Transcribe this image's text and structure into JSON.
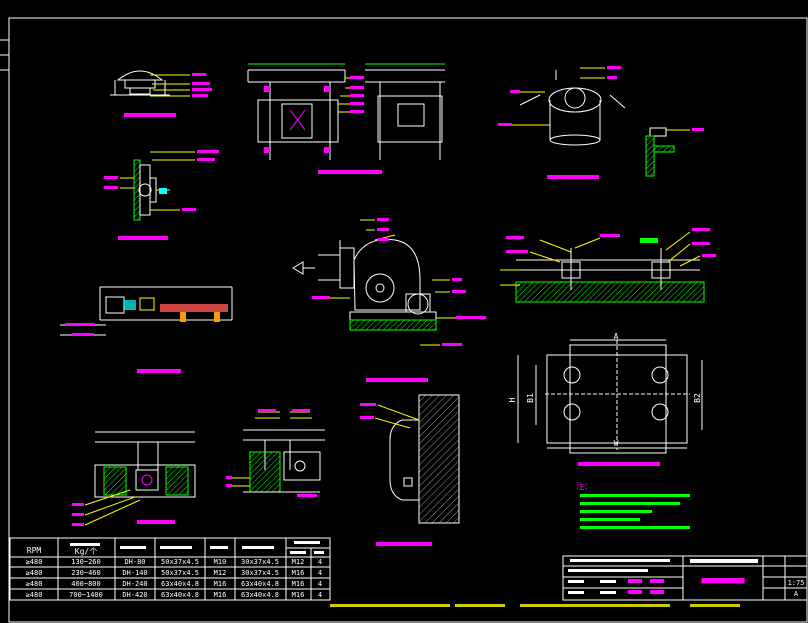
{
  "drawing": {
    "title_block_name": "■■■■■■■■",
    "notes_heading": "注：",
    "colors": {
      "background": "#000000",
      "frame": "#ffffff",
      "label": "#ff00ff",
      "hatch": "#00ff00",
      "leader": "#ffff00",
      "dim": "#00ffff"
    }
  },
  "table": {
    "headers": [
      "RPM",
      "Kg/个",
      "",
      "",
      "",
      "",
      "",
      "",
      ""
    ],
    "rows": [
      [
        "≥480",
        "130~260",
        "DH-80",
        "50x37x4.5",
        "M10",
        "30x37x4.5",
        "M12",
        "4"
      ],
      [
        "≥480",
        "230~460",
        "DH-140",
        "50x37x4.5",
        "M12",
        "30x37x4.5",
        "M16",
        "4"
      ],
      [
        "≥480",
        "400~800",
        "DH-240",
        "63x40x4.8",
        "M16",
        "63x40x4.8",
        "M16",
        "4"
      ],
      [
        "≥480",
        "700~1400",
        "DH-420",
        "63x40x4.8",
        "M16",
        "63x40x4.8",
        "M16",
        "4"
      ]
    ]
  },
  "plate": {
    "dim_top": "A",
    "dim_bottom": "W",
    "dim_left1": "H",
    "dim_left2": "B1",
    "dim_right": "B2"
  },
  "title_block": {
    "scale_value": "1:75",
    "version": "A"
  }
}
